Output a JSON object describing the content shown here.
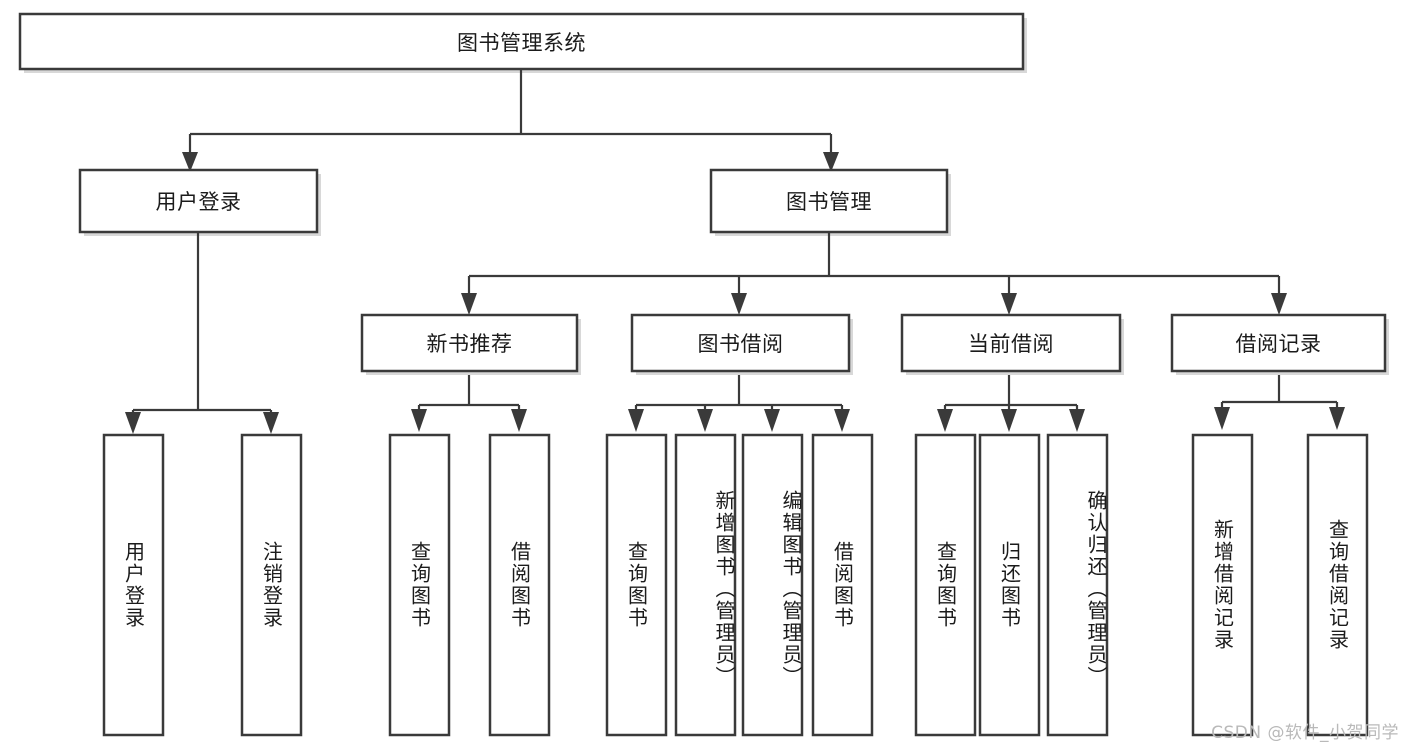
{
  "diagram": {
    "title": "图书管理系统",
    "watermark": "CSDN @软件_小贺同学",
    "colors": {
      "box_fill": "#ffffff",
      "box_stroke": "#3a3a3a",
      "text": "#1b1b1b",
      "background": "#ffffff",
      "watermark": "#b9b9b9"
    },
    "levels": {
      "level1_label": "图书管理系统",
      "level2_labels": [
        "用户登录",
        "图书管理"
      ],
      "level3_labels": [
        "新书推荐",
        "图书借阅",
        "当前借阅",
        "借阅记录"
      ]
    },
    "nodes": {
      "root": {
        "label": "图书管理系统",
        "orientation": "horizontal"
      },
      "user_login": {
        "label": "用户登录",
        "orientation": "horizontal"
      },
      "book_manage": {
        "label": "图书管理",
        "orientation": "horizontal"
      },
      "new_book_rec": {
        "label": "新书推荐",
        "orientation": "horizontal"
      },
      "book_borrow": {
        "label": "图书借阅",
        "orientation": "horizontal"
      },
      "current_borrow": {
        "label": "当前借阅",
        "orientation": "horizontal"
      },
      "borrow_record": {
        "label": "借阅记录",
        "orientation": "horizontal"
      },
      "leaf_user_login": {
        "label": "用户登录",
        "orientation": "vertical"
      },
      "leaf_logout": {
        "label": "注销登录",
        "orientation": "vertical"
      },
      "leaf_query_book_rec": {
        "label": "查询图书",
        "orientation": "vertical"
      },
      "leaf_borrow_book_rec": {
        "label": "借阅图书",
        "orientation": "vertical"
      },
      "leaf_query_book_borrow": {
        "label": "查询图书",
        "orientation": "vertical"
      },
      "leaf_add_book": {
        "label": "新增图书（管理员）",
        "orientation": "vertical"
      },
      "leaf_edit_book": {
        "label": "编辑图书（管理员）",
        "orientation": "vertical"
      },
      "leaf_borrow_book": {
        "label": "借阅图书",
        "orientation": "vertical"
      },
      "leaf_query_book_cur": {
        "label": "查询图书",
        "orientation": "vertical"
      },
      "leaf_return_book": {
        "label": "归还图书",
        "orientation": "vertical"
      },
      "leaf_confirm_return": {
        "label": "确认归还（管理员）",
        "orientation": "vertical"
      },
      "leaf_add_record": {
        "label": "新增借阅记录",
        "orientation": "vertical"
      },
      "leaf_query_record": {
        "label": "查询借阅记录",
        "orientation": "vertical"
      }
    },
    "tree": [
      {
        "label": "图书管理系统",
        "children": [
          {
            "label": "用户登录",
            "children": [
              {
                "label": "用户登录"
              },
              {
                "label": "注销登录"
              }
            ]
          },
          {
            "label": "图书管理",
            "children": [
              {
                "label": "新书推荐",
                "children": [
                  {
                    "label": "查询图书"
                  },
                  {
                    "label": "借阅图书"
                  }
                ]
              },
              {
                "label": "图书借阅",
                "children": [
                  {
                    "label": "查询图书"
                  },
                  {
                    "label": "新增图书（管理员）"
                  },
                  {
                    "label": "编辑图书（管理员）"
                  },
                  {
                    "label": "借阅图书"
                  }
                ]
              },
              {
                "label": "当前借阅",
                "children": [
                  {
                    "label": "查询图书"
                  },
                  {
                    "label": "归还图书"
                  },
                  {
                    "label": "确认归还（管理员）"
                  }
                ]
              },
              {
                "label": "借阅记录",
                "children": [
                  {
                    "label": "新增借阅记录"
                  },
                  {
                    "label": "查询借阅记录"
                  }
                ]
              }
            ]
          }
        ]
      }
    ]
  }
}
